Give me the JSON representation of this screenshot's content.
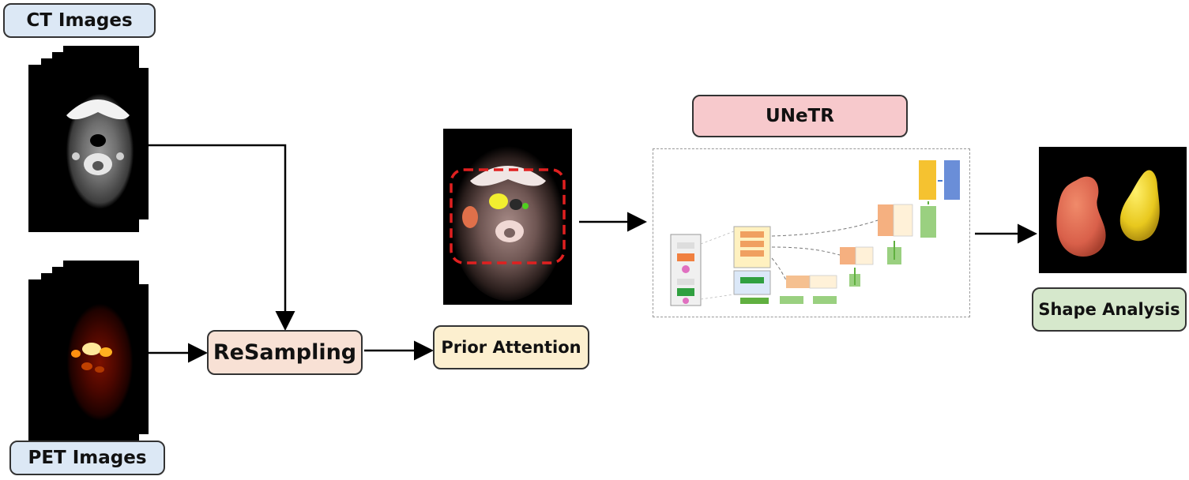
{
  "labels": {
    "ct_images": "CT Images",
    "pet_images": "PET Images",
    "resampling": "ReSampling",
    "prior_attention": "Prior Attention",
    "unetr": "UNeTR",
    "shape_analysis": "Shape Analysis"
  },
  "colors": {
    "ct_label_bg": "#dce8f5",
    "pet_label_bg": "#dce8f5",
    "resampling_bg": "#f8e1d5",
    "prior_attention_bg": "#fcefcf",
    "unetr_bg": "#f7c9cc",
    "shape_analysis_bg": "#d6e8cc",
    "roi_dashed": "#e02020",
    "shape_left": "#d9604a",
    "shape_right": "#e8c81e"
  },
  "icons": {
    "ct_stack": "ct-scan-stack",
    "pet_stack": "pet-scan-stack",
    "fused_image": "pet-ct-fusion-image",
    "unetr_architecture": "unetr-architecture-diagram",
    "shapes_3d": "3d-segmentation-shapes"
  }
}
